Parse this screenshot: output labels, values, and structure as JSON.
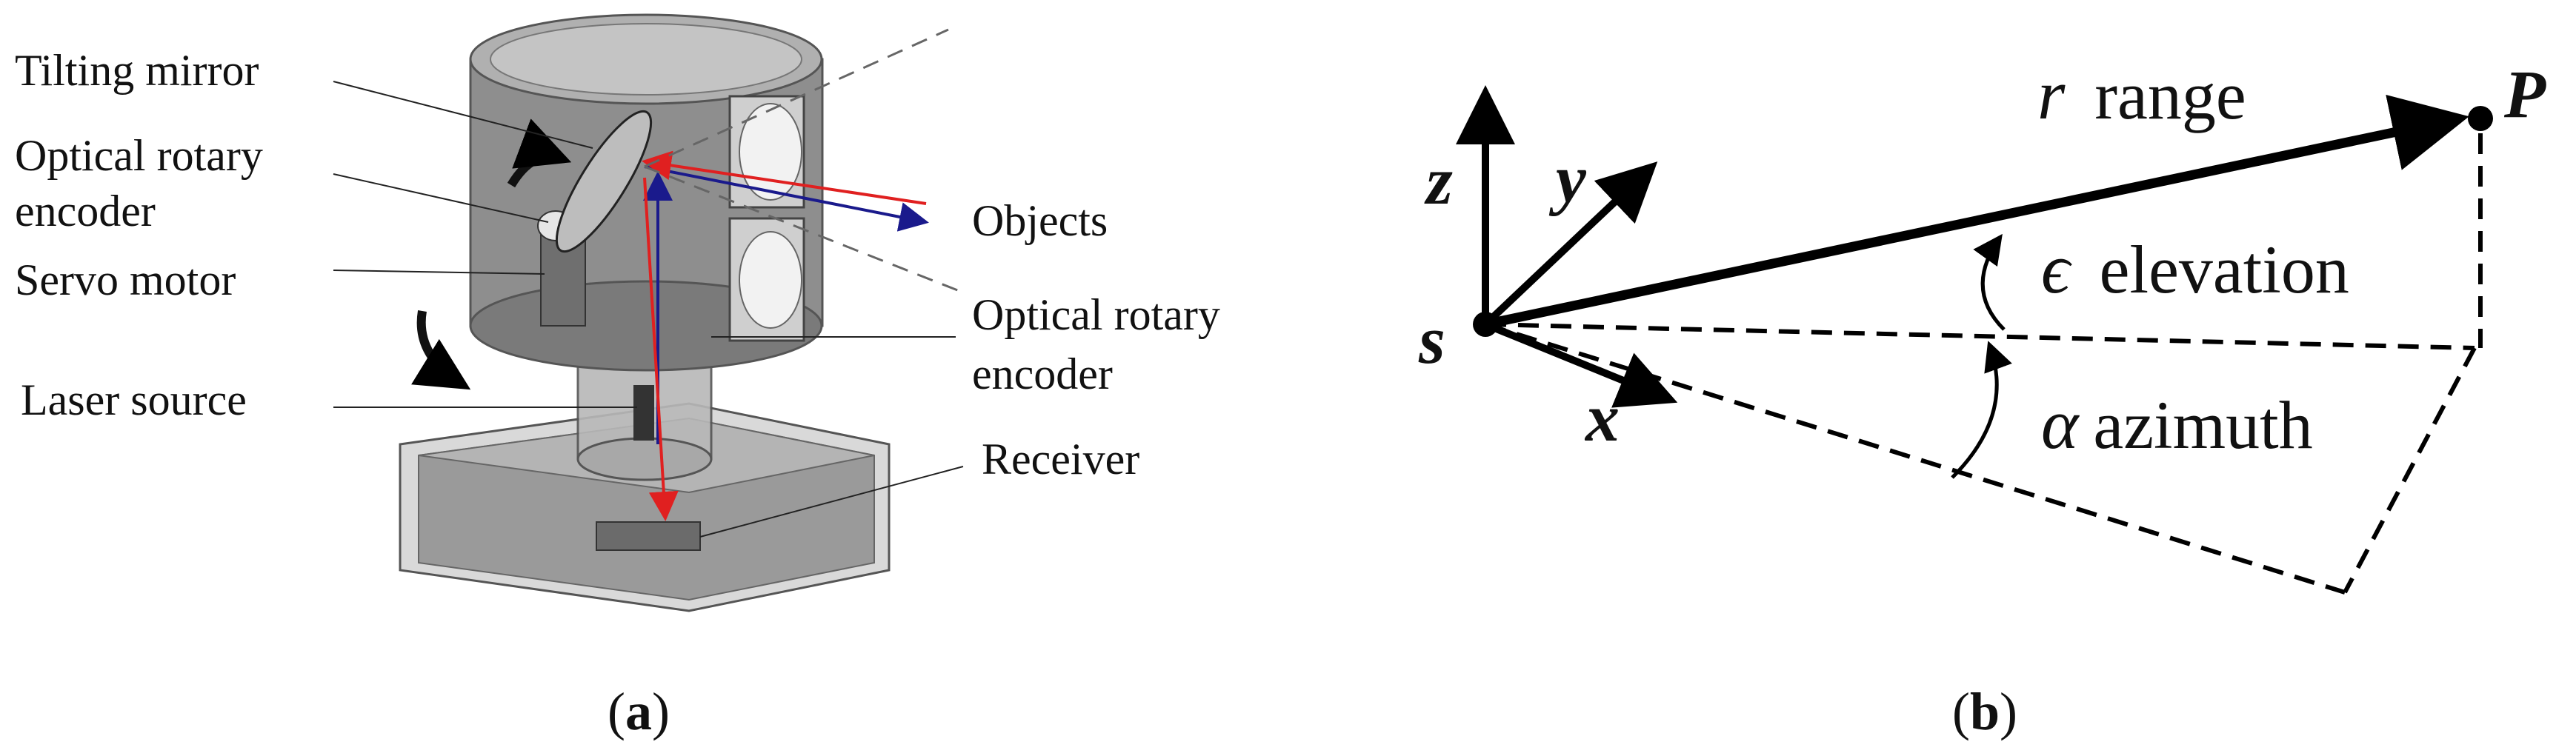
{
  "panel_a": {
    "labels": {
      "tilting_mirror": "Tilting mirror",
      "optical_rotary_encoder_top_line1": "Optical rotary",
      "optical_rotary_encoder_top_line2": "encoder",
      "servo_motor": "Servo motor",
      "laser_source": "Laser source",
      "objects": "Objects",
      "optical_rotary_encoder_right_line1": "Optical rotary",
      "optical_rotary_encoder_right_line2": "encoder",
      "receiver": "Receiver"
    },
    "caption_open": "(",
    "caption_letter": "a",
    "caption_close": ")",
    "colors": {
      "beam_out": "#e02020",
      "beam_return": "#1a1a8c",
      "housing": "#8a8a8a"
    }
  },
  "panel_b": {
    "origin": "s",
    "axis_x": "x",
    "axis_y": "y",
    "axis_z": "z",
    "point": "P",
    "range_symbol": "r",
    "range_text": "range",
    "elevation_symbol": "ϵ",
    "elevation_text": "elevation",
    "azimuth_symbol": "α",
    "azimuth_text": "azimuth",
    "caption_open": "(",
    "caption_letter": "b",
    "caption_close": ")"
  }
}
